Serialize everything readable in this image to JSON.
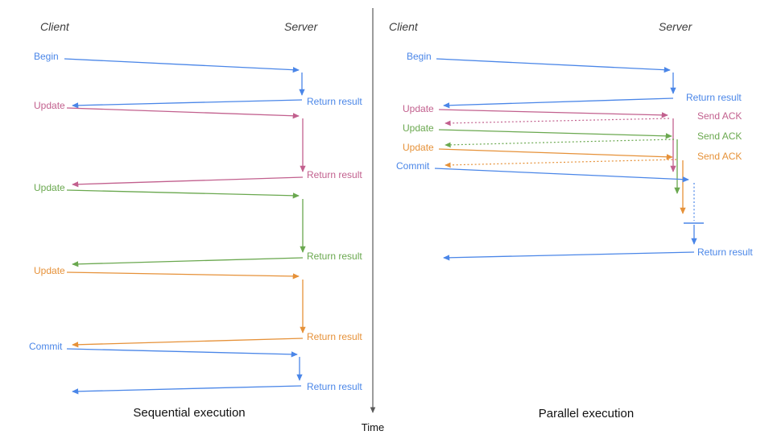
{
  "palette": {
    "blue": "#4a86e8",
    "pink": "#c2608e",
    "green": "#6aa84f",
    "orange": "#e69138",
    "axis_gray": "#595959"
  },
  "left_panel": {
    "client": "Client",
    "server": "Server",
    "caption": "Sequential execution",
    "messages": [
      {
        "label": "Begin",
        "response": "Return result",
        "color": "#4a86e8"
      },
      {
        "label": "Update",
        "response": "Return result",
        "color": "#c2608e"
      },
      {
        "label": "Update",
        "response": "Return result",
        "color": "#6aa84f"
      },
      {
        "label": "Update",
        "response": "Return result",
        "color": "#e69138"
      },
      {
        "label": "Commit",
        "response": "Return result",
        "color": "#4a86e8"
      }
    ]
  },
  "right_panel": {
    "client": "Client",
    "server": "Server",
    "caption": "Parallel execution",
    "messages": [
      {
        "label": "Begin",
        "response": "Return result",
        "color": "#4a86e8"
      },
      {
        "label": "Update",
        "response": "Send ACK",
        "color": "#c2608e"
      },
      {
        "label": "Update",
        "response": "Send ACK",
        "color": "#6aa84f"
      },
      {
        "label": "Update",
        "response": "Send ACK",
        "color": "#e69138"
      },
      {
        "label": "Commit",
        "response": "Return result",
        "color": "#4a86e8"
      }
    ]
  },
  "time_axis": {
    "label": "Time"
  }
}
